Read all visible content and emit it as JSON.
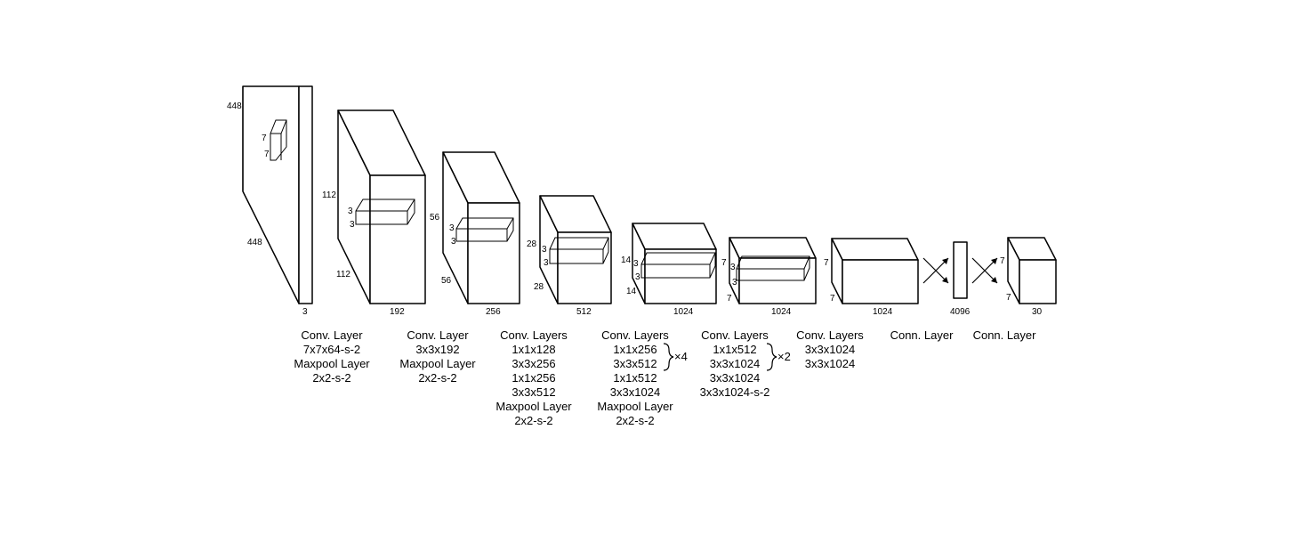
{
  "layers": [
    {
      "id": "input",
      "height": "448",
      "width": "448",
      "depth": "3",
      "kernel": [
        "7",
        "7"
      ]
    },
    {
      "id": "block2",
      "height": "112",
      "width": "112",
      "depth": "192",
      "kernel": [
        "3",
        "3"
      ]
    },
    {
      "id": "block3",
      "height": "56",
      "width": "56",
      "depth": "256",
      "kernel": [
        "3",
        "3"
      ]
    },
    {
      "id": "block4",
      "height": "28",
      "width": "28",
      "depth": "512",
      "kernel": [
        "3",
        "3"
      ]
    },
    {
      "id": "block5",
      "height": "14",
      "width": "14",
      "depth": "1024",
      "kernel": [
        "3",
        "3"
      ]
    },
    {
      "id": "block6",
      "height": "7",
      "width": "7",
      "depth": "1024",
      "kernel": [
        "3",
        "3"
      ]
    },
    {
      "id": "block7",
      "height": "7",
      "width": "7",
      "depth": "1024"
    },
    {
      "id": "fc1",
      "depth": "4096"
    },
    {
      "id": "output",
      "height": "7",
      "width": "7",
      "depth": "30"
    }
  ],
  "captions": [
    {
      "id": "c1",
      "lines": [
        "Conv. Layer",
        "7x7x64-s-2",
        "Maxpool Layer",
        "2x2-s-2"
      ]
    },
    {
      "id": "c2",
      "lines": [
        "Conv. Layer",
        "3x3x192",
        "Maxpool Layer",
        "2x2-s-2"
      ]
    },
    {
      "id": "c3",
      "lines": [
        "Conv. Layers",
        "1x1x128",
        "3x3x256",
        "1x1x256",
        "3x3x512",
        "Maxpool Layer",
        "2x2-s-2"
      ]
    },
    {
      "id": "c4",
      "lines": [
        "Conv. Layers",
        "1x1x256",
        "3x3x512",
        "1x1x512",
        "3x3x1024",
        "Maxpool Layer",
        "2x2-s-2"
      ],
      "repeat": "×4"
    },
    {
      "id": "c5",
      "lines": [
        "Conv. Layers",
        "1x1x512",
        "3x3x1024",
        "3x3x1024",
        "3x3x1024-s-2"
      ],
      "repeat": "×2"
    },
    {
      "id": "c6",
      "lines": [
        "Conv. Layers",
        "3x3x1024",
        "3x3x1024"
      ]
    },
    {
      "id": "c7",
      "lines": [
        "Conn. Layer"
      ]
    },
    {
      "id": "c8",
      "lines": [
        "Conn. Layer"
      ]
    }
  ]
}
